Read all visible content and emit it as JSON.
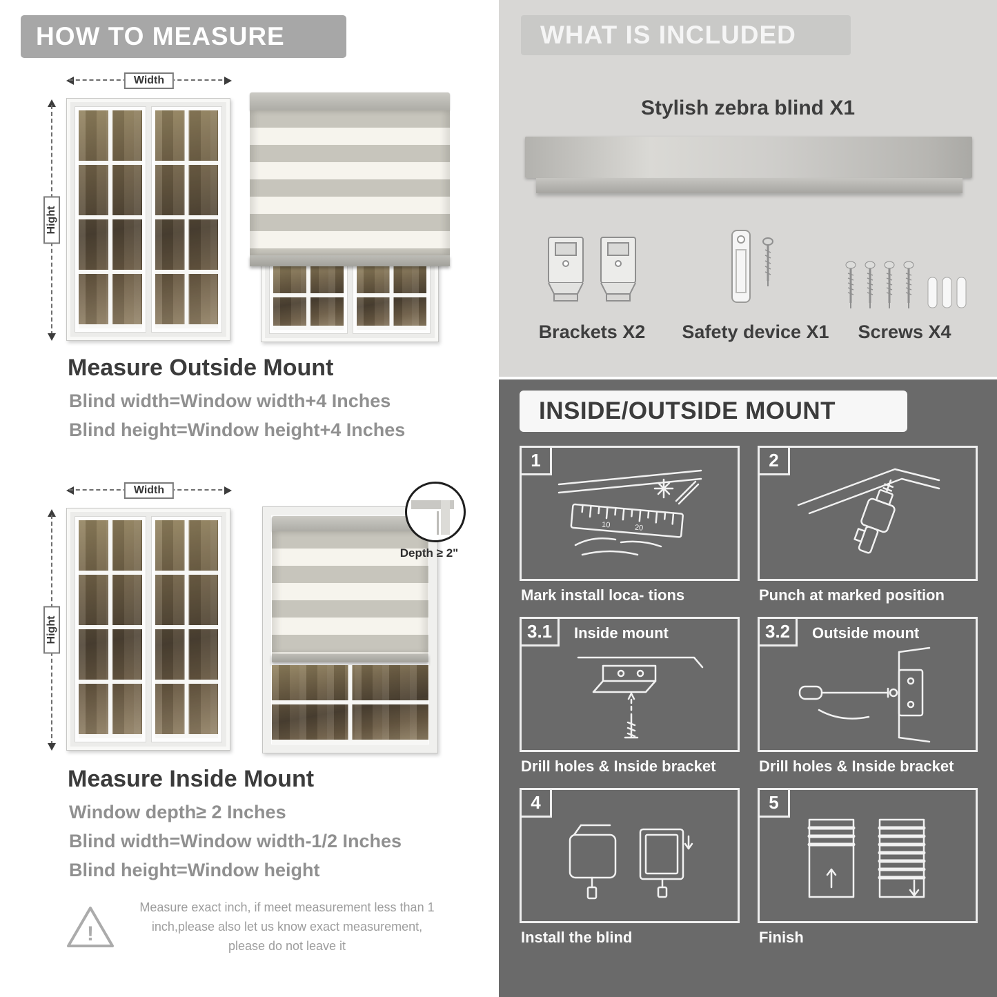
{
  "left": {
    "header": "HOW TO MEASURE",
    "labels": {
      "width": "Width",
      "height": "Hight"
    },
    "outside": {
      "title": "Measure Outside Mount",
      "line1": "Blind width=Window width+4 Inches",
      "line2": "Blind height=Window height+4 Inches"
    },
    "inside": {
      "depth": "Depth ≥ 2\"",
      "title": "Measure Inside Mount",
      "line1": "Window depth≥ 2 Inches",
      "line2": "Blind width=Window width-1/2 Inches",
      "line3": "Blind height=Window height"
    },
    "warning": {
      "icon_glyph": "!",
      "text": "Measure exact inch, if meet measurement less than 1 inch,please also let us know exact measurement, please do not leave it"
    }
  },
  "included": {
    "header": "WHAT IS INCLUDED",
    "product": "Stylish zebra blind X1",
    "items": [
      {
        "icon": "bracket-icon",
        "label": "Brackets X2"
      },
      {
        "icon": "safety-device-icon",
        "label": "Safety device X1"
      },
      {
        "icon": "screws-icon",
        "label": "Screws X4"
      }
    ]
  },
  "mount": {
    "header": "INSIDE/OUTSIDE MOUNT",
    "steps": [
      {
        "num": "1",
        "title": "",
        "caption": "Mark install loca- tions"
      },
      {
        "num": "2",
        "title": "",
        "caption": "Punch at  marked position"
      },
      {
        "num": "3.1",
        "title": "Inside mount",
        "caption": "Drill holes &  Inside bracket"
      },
      {
        "num": "3.2",
        "title": "Outside mount",
        "caption": "Drill holes &  Inside bracket"
      },
      {
        "num": "4",
        "title": "",
        "caption": "Install the blind"
      },
      {
        "num": "5",
        "title": "",
        "caption": "Finish"
      }
    ]
  },
  "colors": {
    "left_header_bg": "#a7a7a7",
    "included_panel_bg": "#d8d7d5",
    "mount_panel_bg": "#6a6a6a",
    "title_text": "#3b3b3b",
    "gray_text": "#909090",
    "white_text": "#ffffff"
  }
}
